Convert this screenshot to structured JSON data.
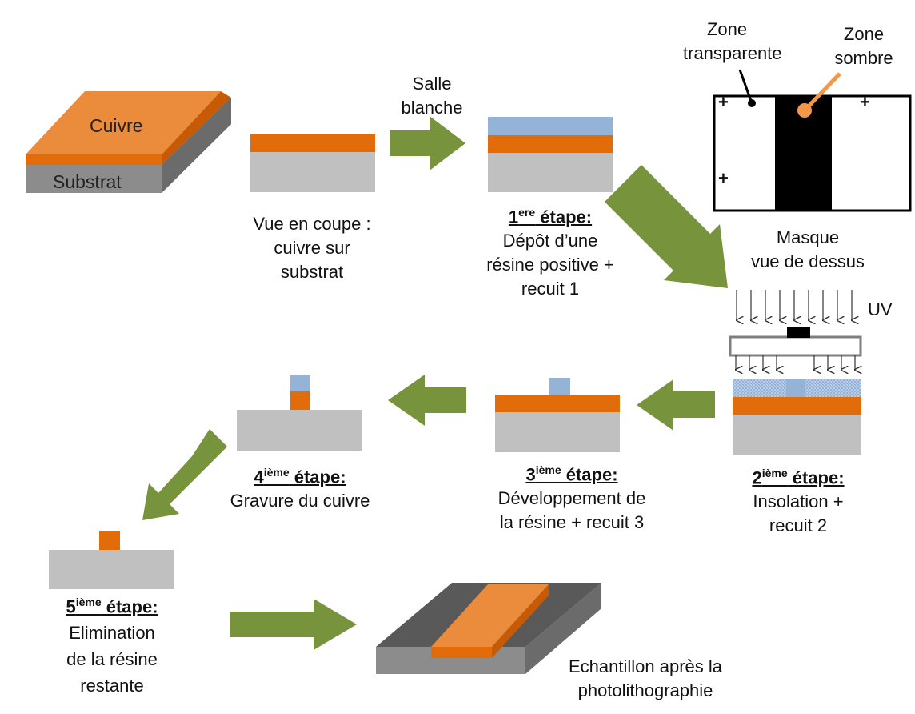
{
  "colors": {
    "copper": "#e36c0a",
    "copper_light": "#eb8c3c",
    "substrate": "#c0c0c0",
    "substrate_dark": "#8c8c8c",
    "resin": "#95b3d7",
    "arrow": "#77933c",
    "mask_dark": "#000000",
    "pointer_orange": "#f79646"
  },
  "top_block": {
    "copper_label": "Cuivre",
    "substrate_label": "Substrat"
  },
  "cross_section_caption": [
    "Vue en coupe :",
    "cuivre sur",
    "substrat"
  ],
  "cleanroom_label": [
    "Salle",
    "blanche"
  ],
  "step1": {
    "title_num": "1",
    "title_sup": "ere",
    "title_rest": " étape:",
    "desc": [
      "Dépôt d’une",
      "résine positive +",
      "recuit 1"
    ]
  },
  "mask": {
    "transparent_label": [
      "Zone",
      "transparente"
    ],
    "dark_label": [
      "Zone",
      "sombre"
    ],
    "caption": [
      "Masque",
      "vue de dessus"
    ],
    "plus_sign": "+"
  },
  "uv_label": "UV",
  "step2": {
    "title_num": "2",
    "title_sup": "ième",
    "title_rest": " étape:",
    "desc": [
      "Insolation +",
      "recuit 2"
    ]
  },
  "step3": {
    "title_num": "3",
    "title_sup": "ième",
    "title_rest": " étape:",
    "desc": [
      "Développement de",
      "la résine + recuit 3"
    ]
  },
  "step4": {
    "title_num": "4",
    "title_sup": "ième",
    "title_rest": " étape:",
    "desc": [
      "Gravure du cuivre"
    ]
  },
  "step5": {
    "title_num": "5",
    "title_sup": "ième",
    "title_rest": " étape:",
    "desc": [
      "Elimination",
      "de la résine",
      "restante"
    ]
  },
  "final_caption": [
    "Echantillon après la",
    "photolithographie"
  ]
}
